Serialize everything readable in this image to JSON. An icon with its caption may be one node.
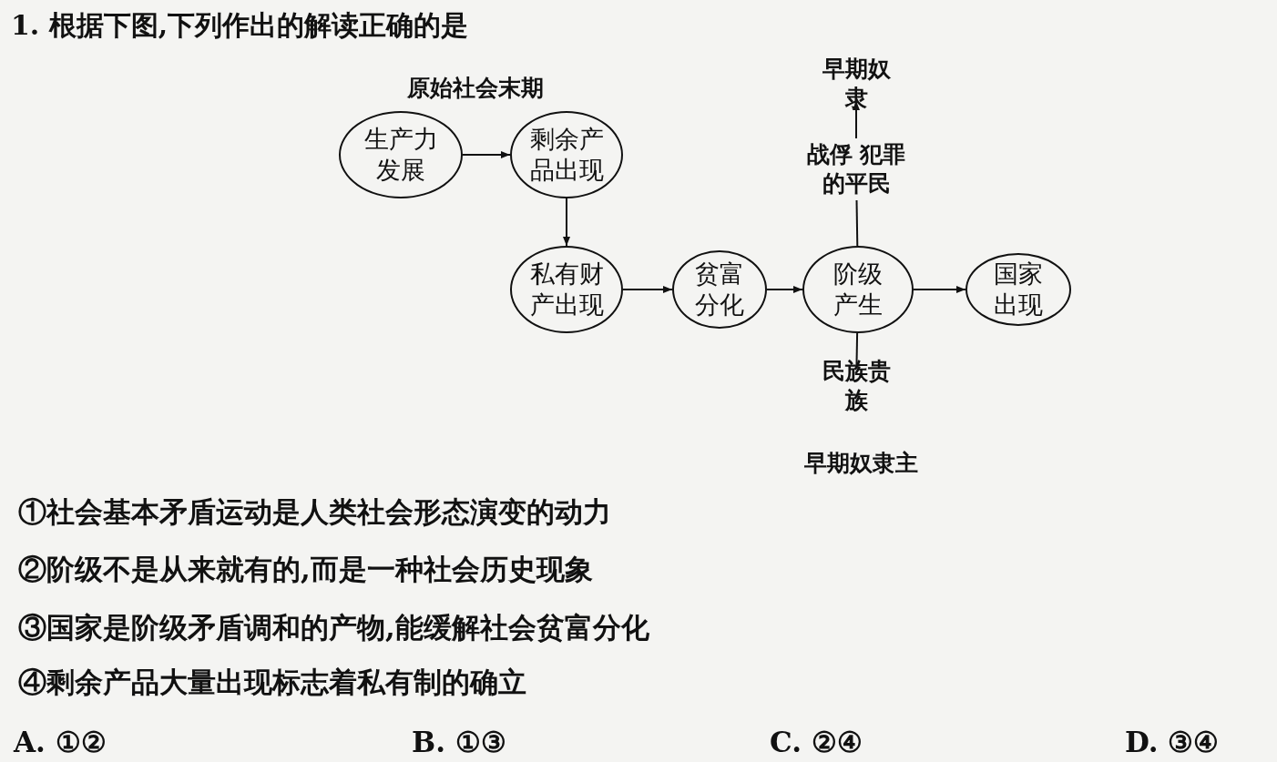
{
  "diagram": {
    "title": "1. 根据下图,下列作出的解读正确的是",
    "nodes": [
      {
        "text": [
          "生产力发展"
        ]
      },
      {
        "text": [
          "剩余产品出现"
        ]
      },
      {
        "text": [
          "私有财产出现"
        ]
      },
      {
        "text": [
          "贫富分化"
        ]
      },
      {
        "text": [
          "阶级产生"
        ]
      },
      {
        "text": [
          "国家出现"
        ]
      },
      {
        "text": [
          "战俘 犯罪的平民"
        ]
      },
      {
        "text": [
          "早期奴隶"
        ]
      },
      {
        "text": [
          "民族贵族"
        ]
      }
    ],
    "edges": [
      {
        "from": 0,
        "to": 1,
        "arrow": "to"
      },
      {
        "from": 1,
        "to": 2,
        "arrow": "to"
      },
      {
        "from": 2,
        "to": 3,
        "arrow": "to"
      },
      {
        "from": 3,
        "to": 4,
        "arrow": "to"
      },
      {
        "from": 4,
        "to": 5,
        "arrow": "to"
      },
      {
        "from": 4,
        "to": 6,
        "arrow": "none"
      },
      {
        "from": 6,
        "to": 7,
        "arrow": "to"
      },
      {
        "from": 4,
        "to": 8,
        "arrow": "none"
      }
    ],
    "labels": [
      "原始社会末期",
      "早期奴隶主",
      "①社会基本矛盾运动是人类社会形态演变的动力",
      "②阶级不是从来就有的,而是一种社会历史现象",
      "③国家是阶级矛盾调和的产物,能缓解社会贫富分化",
      "④剩余产品大量出现标志着私有制的确立",
      "A. ①②",
      "B. ①③",
      "C. ②④",
      "D. ③④"
    ]
  }
}
